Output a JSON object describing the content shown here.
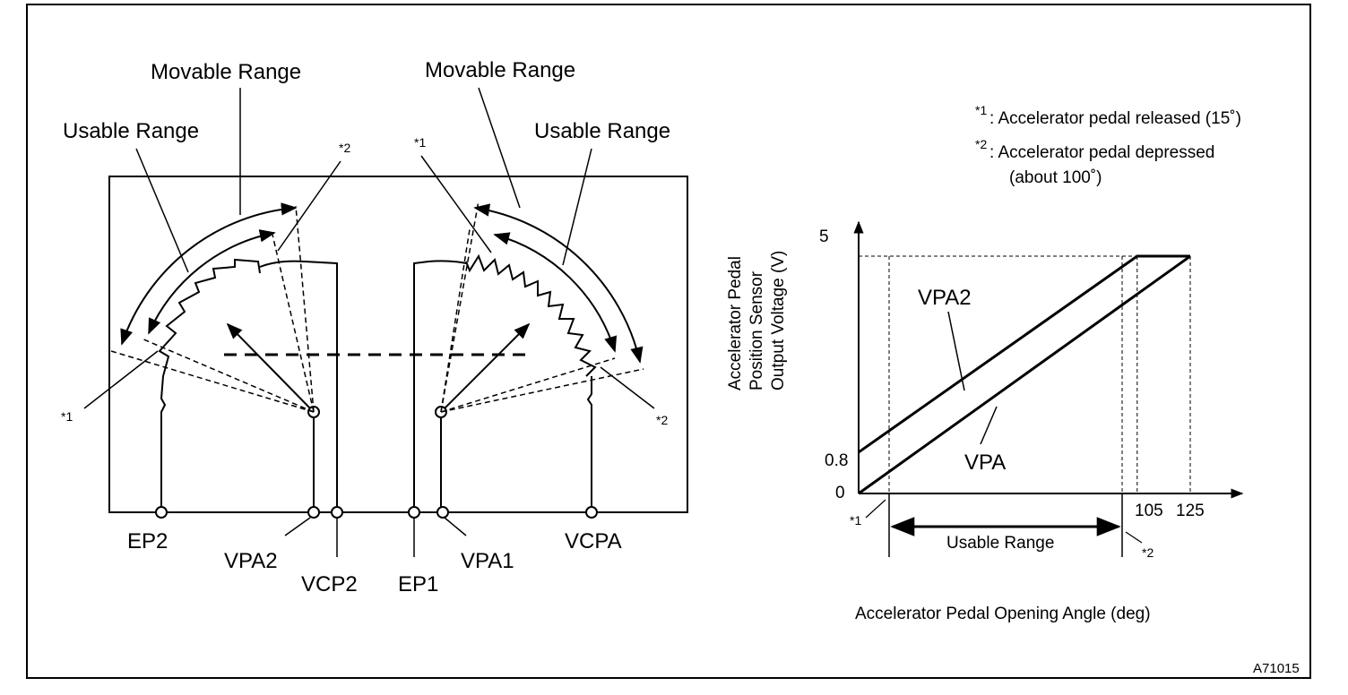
{
  "figure_code": "A71015",
  "left_diagram": {
    "movable_range_left": "Movable Range",
    "movable_range_right": "Movable Range",
    "usable_range_left": "Usable Range",
    "usable_range_right": "Usable Range",
    "mark_1": "*1",
    "mark_2": "*2",
    "terminals": {
      "ep2": "EP2",
      "vpa2": "VPA2",
      "vcp2": "VCP2",
      "ep1": "EP1",
      "vpa1": "VPA1",
      "vcpa": "VCPA"
    }
  },
  "legend": {
    "note1_mark": "*1",
    "note1_text": ": Accelerator pedal released (15˚)",
    "note2_mark": "*2",
    "note2_text": ": Accelerator pedal depressed",
    "note2_text_cont": "(about 100˚)"
  },
  "chart_data": {
    "type": "line",
    "ylabel": [
      "Accelerator Pedal",
      "Position Sensor",
      "Output Voltage (V)"
    ],
    "xlabel": "Accelerator Pedal Opening Angle (deg)",
    "y_ticks": [
      "5",
      "0.8",
      "0"
    ],
    "x_ticks": [
      "105",
      "125"
    ],
    "series": [
      {
        "name": "VPA2",
        "points": [
          [
            0,
            0.8
          ],
          [
            105,
            4.6
          ],
          [
            125,
            4.6
          ]
        ]
      },
      {
        "name": "VPA",
        "points": [
          [
            0,
            0
          ],
          [
            125,
            4.6
          ]
        ]
      }
    ],
    "usable_range_label": "Usable Range",
    "usable_start_mark": "*1",
    "usable_end_mark": "*2"
  }
}
